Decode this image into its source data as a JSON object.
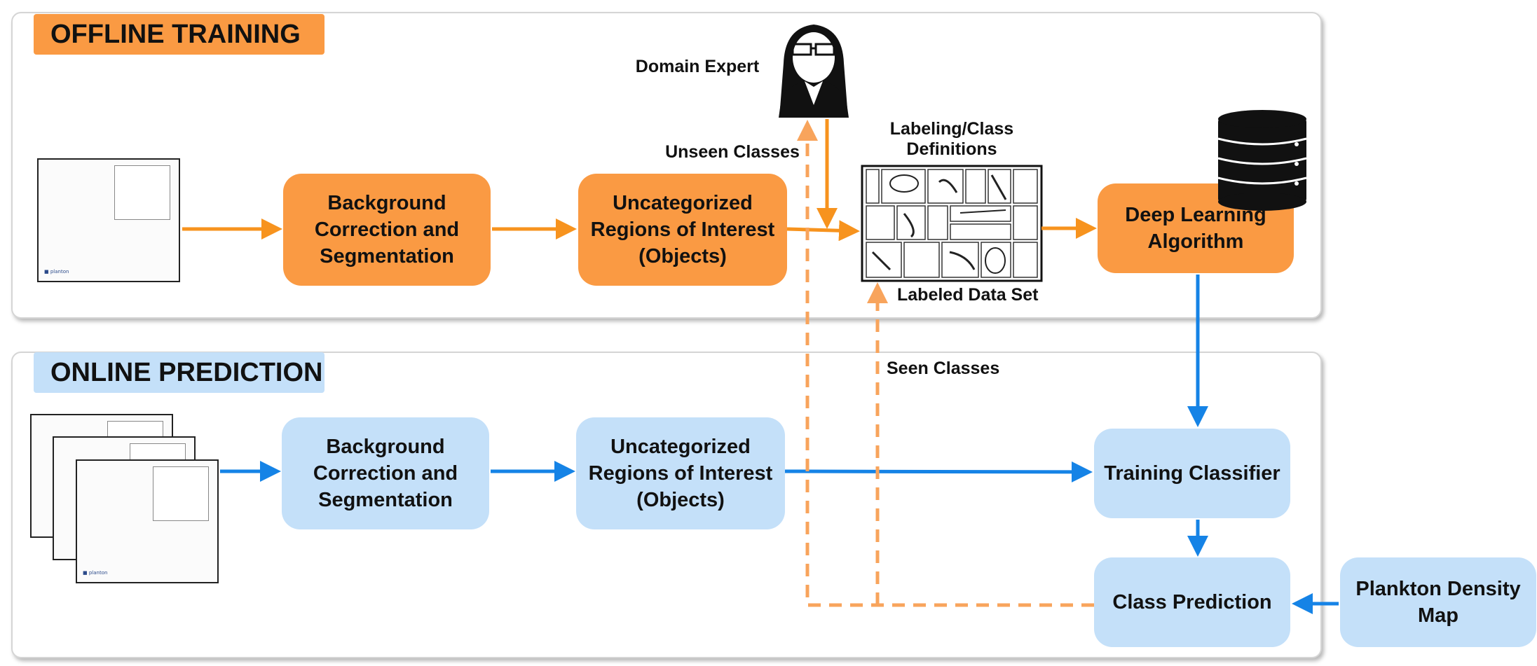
{
  "colors": {
    "orange": "#fa9a43",
    "orange_arrow": "#f7931e",
    "blue_box": "#c4e0f9",
    "blue_arrow": "#1583e6",
    "dashed": "#f8a45c"
  },
  "offline": {
    "title": "OFFLINE TRAINING",
    "box_background_correction": "Background Correction and Segmentation",
    "box_uncategorized": "Uncategorized Regions of Interest (Objects)",
    "box_deep_learning": "Deep Learning Algorithm",
    "label_domain_expert": "Domain Expert",
    "label_unseen_classes": "Unseen Classes",
    "label_labeling_defs": "Labeling/Class Definitions",
    "label_labeled_set": "Labeled Data Set",
    "icons": [
      "raw-image-icon",
      "domain-expert-icon",
      "labeled-grid-icon",
      "database-icon"
    ]
  },
  "online": {
    "title": "ONLINE PREDICTION",
    "box_background_correction": "Background Correction and Segmentation",
    "box_uncategorized": "Uncategorized Regions of Interest (Objects)",
    "box_training_classifier": "Training Classifier",
    "box_class_prediction": "Class Prediction",
    "box_density_map": "Plankton Density Map",
    "label_seen_classes": "Seen Classes",
    "icons": [
      "image-stack-icon"
    ]
  }
}
